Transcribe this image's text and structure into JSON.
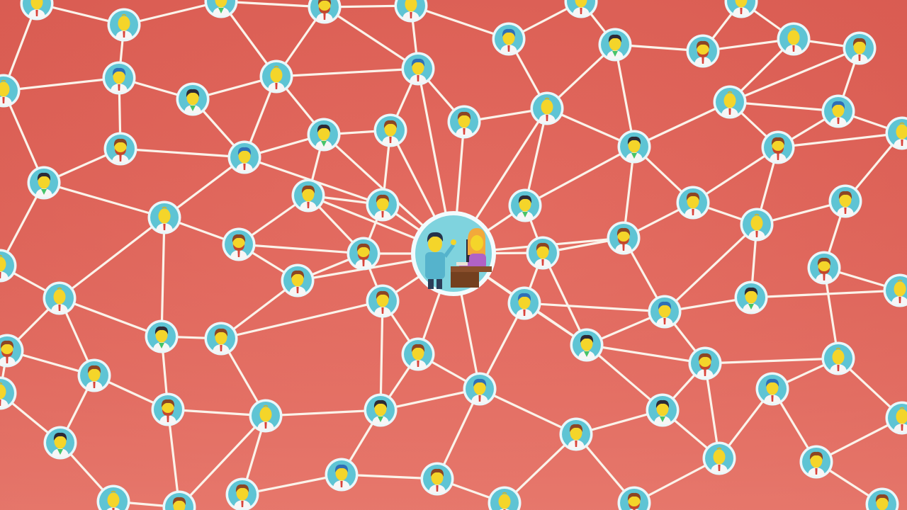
{
  "palette": {
    "background": "#dc5f55",
    "background_light": "#ec8378",
    "link": "#fbf3ea",
    "node_fill": "#5ec4d4",
    "node_ring": "#e9f7fa",
    "face": "#f4d52a",
    "hair_dark": "#2c2a36",
    "hair_brown": "#8b4524",
    "hair_blue": "#2f6fb6",
    "hair_blond": "#e8b43a",
    "beard": "#c2472c",
    "shirt_white": "#f6f6f6",
    "tie_red": "#d8433a",
    "collar_green": "#45c46a",
    "desk": "#8a4f2c",
    "blouse_purple": "#b062c6",
    "blond_hair": "#f2a93b"
  },
  "people": {
    "center": {
      "label": "",
      "people": [
        "man-waving",
        "woman-at-desk"
      ]
    },
    "avatar_styles": [
      "dark",
      "brown",
      "blue",
      "bald",
      "beard"
    ],
    "avatar_count": 92
  }
}
